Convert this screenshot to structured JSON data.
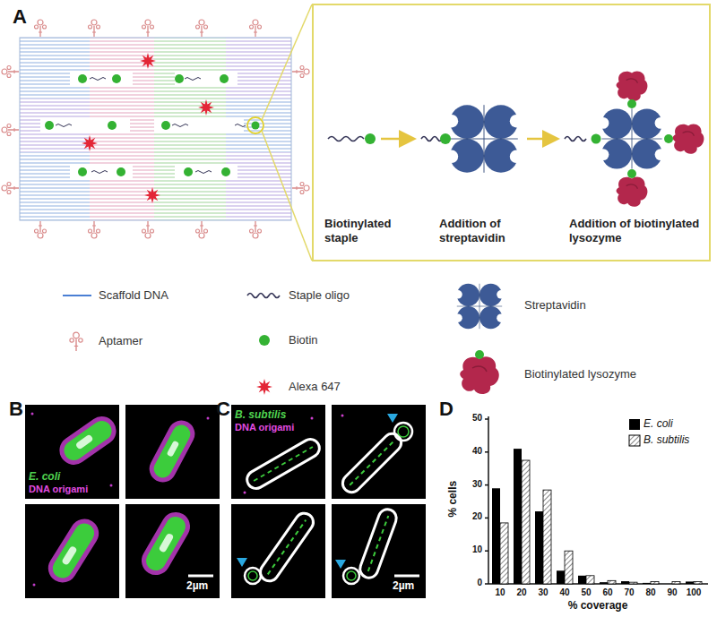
{
  "diagram": {
    "nodes": [
      {
        "text": [
          "Biotinylated staple",
          "Addition of streptavidin",
          "Addition of biotinylated lysozyme"
        ]
      },
      {
        "text": [
          "E. coli",
          "DNA origami"
        ]
      },
      {
        "text": [
          "2µm"
        ]
      },
      {
        "text": [
          "B. subtilis",
          "DNA origami"
        ]
      },
      {
        "text": [
          "2µm"
        ]
      }
    ],
    "labels": [
      "A",
      "B",
      "C",
      "D",
      "% cells",
      "% coverage",
      "0",
      "10",
      "20",
      "30",
      "40",
      "50",
      "10",
      "20",
      "30",
      "40",
      "50",
      "60",
      "70",
      "80",
      "90",
      "100"
    ],
    "legend": [
      {
        "text": "Scaffold DNA"
      },
      {
        "text": "Aptamer"
      },
      {
        "text": "Staple oligo"
      },
      {
        "text": "Biotin"
      },
      {
        "text": "Alexa 647"
      },
      {
        "text": "Streptavidin"
      },
      {
        "text": "Biotinylated lysozyme"
      },
      {
        "text": "E. coli",
        "color": "#000000"
      },
      {
        "text": "B. subtilis"
      }
    ]
  }
}
